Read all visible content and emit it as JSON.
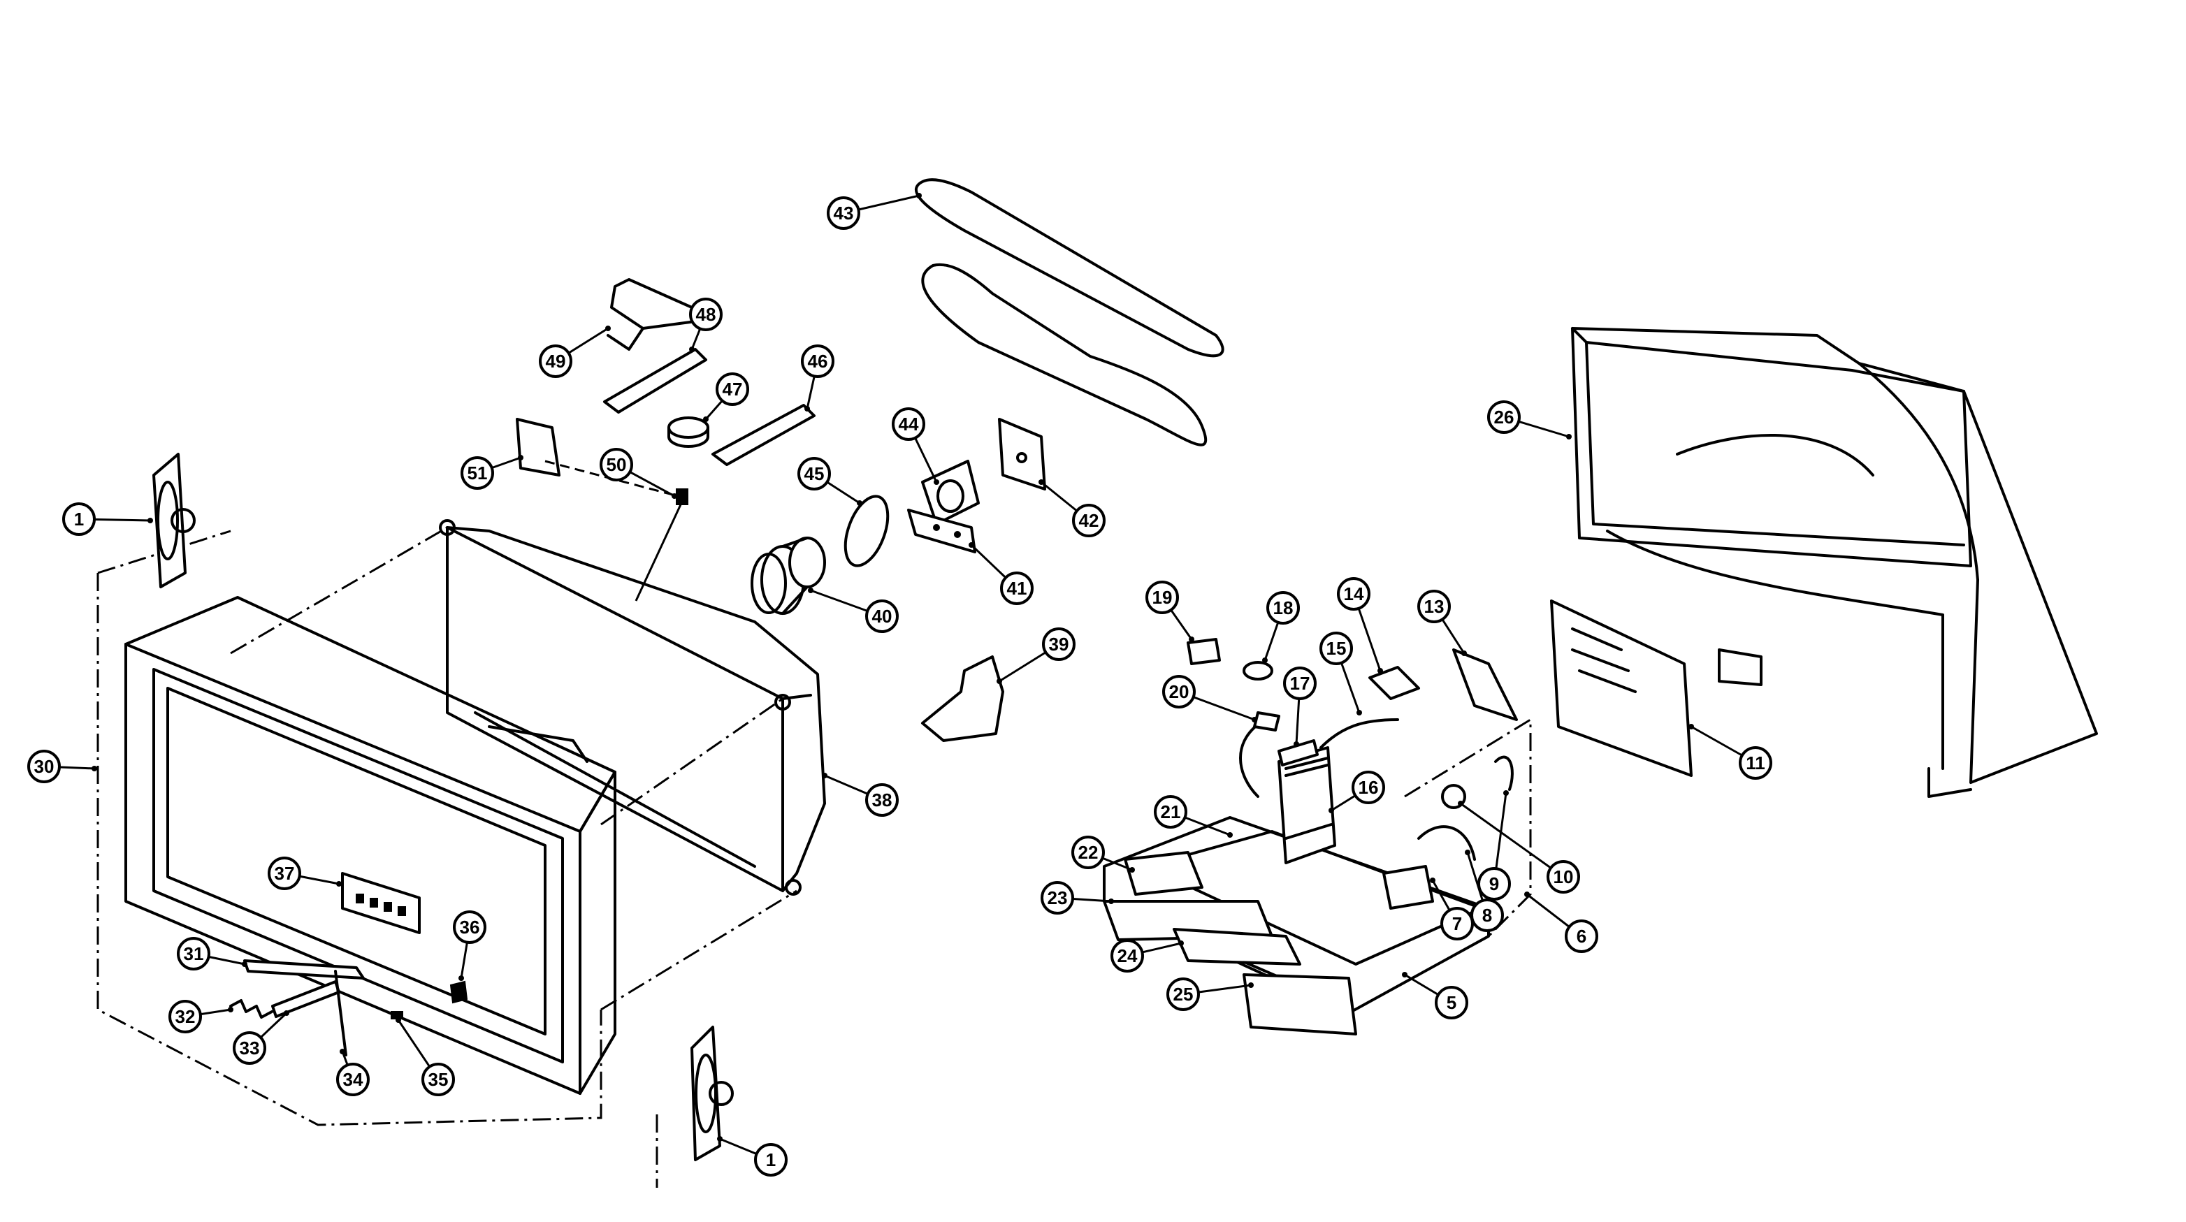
{
  "callouts": [
    {
      "id": "c43",
      "label": "43"
    },
    {
      "id": "c49",
      "label": "49"
    },
    {
      "id": "c48",
      "label": "48"
    },
    {
      "id": "c47",
      "label": "47"
    },
    {
      "id": "c46",
      "label": "46"
    },
    {
      "id": "c45",
      "label": "45"
    },
    {
      "id": "c44",
      "label": "44"
    },
    {
      "id": "c42",
      "label": "42"
    },
    {
      "id": "c41",
      "label": "41"
    },
    {
      "id": "c40",
      "label": "40"
    },
    {
      "id": "c51",
      "label": "51"
    },
    {
      "id": "c50",
      "label": "50"
    },
    {
      "id": "c1a",
      "label": "1"
    },
    {
      "id": "c1b",
      "label": "1"
    },
    {
      "id": "c39",
      "label": "39"
    },
    {
      "id": "c38",
      "label": "38"
    },
    {
      "id": "c30",
      "label": "30"
    },
    {
      "id": "c37",
      "label": "37"
    },
    {
      "id": "c36",
      "label": "36"
    },
    {
      "id": "c31",
      "label": "31"
    },
    {
      "id": "c32",
      "label": "32"
    },
    {
      "id": "c33",
      "label": "33"
    },
    {
      "id": "c34",
      "label": "34"
    },
    {
      "id": "c35",
      "label": "35"
    },
    {
      "id": "c26",
      "label": "26"
    },
    {
      "id": "c11",
      "label": "11"
    },
    {
      "id": "c19",
      "label": "19"
    },
    {
      "id": "c18",
      "label": "18"
    },
    {
      "id": "c14",
      "label": "14"
    },
    {
      "id": "c13",
      "label": "13"
    },
    {
      "id": "c15",
      "label": "15"
    },
    {
      "id": "c17",
      "label": "17"
    },
    {
      "id": "c20",
      "label": "20"
    },
    {
      "id": "c16",
      "label": "16"
    },
    {
      "id": "c21",
      "label": "21"
    },
    {
      "id": "c22",
      "label": "22"
    },
    {
      "id": "c23",
      "label": "23"
    },
    {
      "id": "c24",
      "label": "24"
    },
    {
      "id": "c25",
      "label": "25"
    },
    {
      "id": "c5",
      "label": "5"
    },
    {
      "id": "c7",
      "label": "7"
    },
    {
      "id": "c8",
      "label": "8"
    },
    {
      "id": "c9",
      "label": "9"
    },
    {
      "id": "c10",
      "label": "10"
    },
    {
      "id": "c6",
      "label": "6"
    }
  ]
}
